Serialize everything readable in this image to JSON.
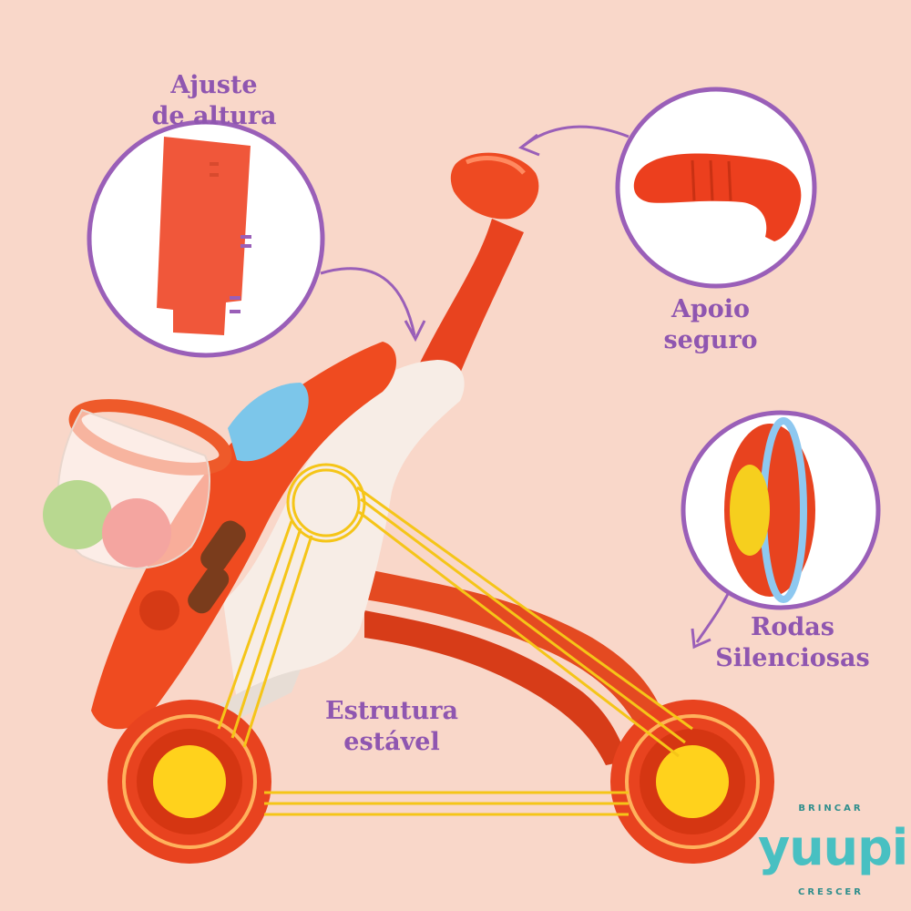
{
  "labels": {
    "height_line1": "Ajuste",
    "height_line2": "de altura",
    "grip_line1": "Apoio",
    "grip_line2": "seguro",
    "wheels_line1": "Rodas",
    "wheels_line2": "Silenciosas",
    "frame_line1": "Estrutura",
    "frame_line2": "estável"
  },
  "brand": {
    "top": "BRINCAR",
    "name": "yuupi",
    "bottom": "CRESCER"
  },
  "colors": {
    "background": "#f9d7c9",
    "label_purple": "#8f56b0",
    "toy_red": "#e8431f",
    "wheel_yellow": "#ffd21c",
    "brand_teal": "#48c0c2"
  }
}
